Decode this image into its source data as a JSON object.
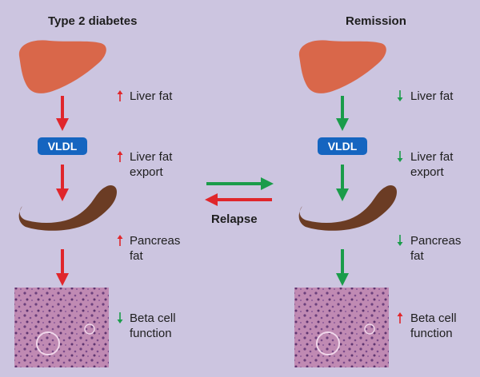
{
  "panels": {
    "left": {
      "title": "Type 2 diabetes",
      "vldl": "VLDL",
      "labels": [
        {
          "line1": "Liver fat",
          "line2": "",
          "direction": "up"
        },
        {
          "line1": "Liver fat",
          "line2": "export",
          "direction": "up"
        },
        {
          "line1": "Pancreas",
          "line2": "fat",
          "direction": "up"
        },
        {
          "line1": "Beta cell",
          "line2": "function",
          "direction": "down"
        }
      ],
      "flow_color": "#e0262b"
    },
    "right": {
      "title": "Remission",
      "vldl": "VLDL",
      "labels": [
        {
          "line1": "Liver fat",
          "line2": "",
          "direction": "down"
        },
        {
          "line1": "Liver fat",
          "line2": "export",
          "direction": "down"
        },
        {
          "line1": "Pancreas",
          "line2": "fat",
          "direction": "down"
        },
        {
          "line1": "Beta cell",
          "line2": "function",
          "direction": "up"
        }
      ],
      "flow_color": "#1a9c4a"
    }
  },
  "center": {
    "relapse_label": "Relapse"
  },
  "colors": {
    "background": "#ccc5e0",
    "liver": "#d9674a",
    "pancreas": "#6b3c24",
    "vldl_badge": "#1565c0",
    "up_arrow": "#e0262b",
    "down_arrow": "#1a9c4a",
    "tissue": "#b07aa6"
  }
}
